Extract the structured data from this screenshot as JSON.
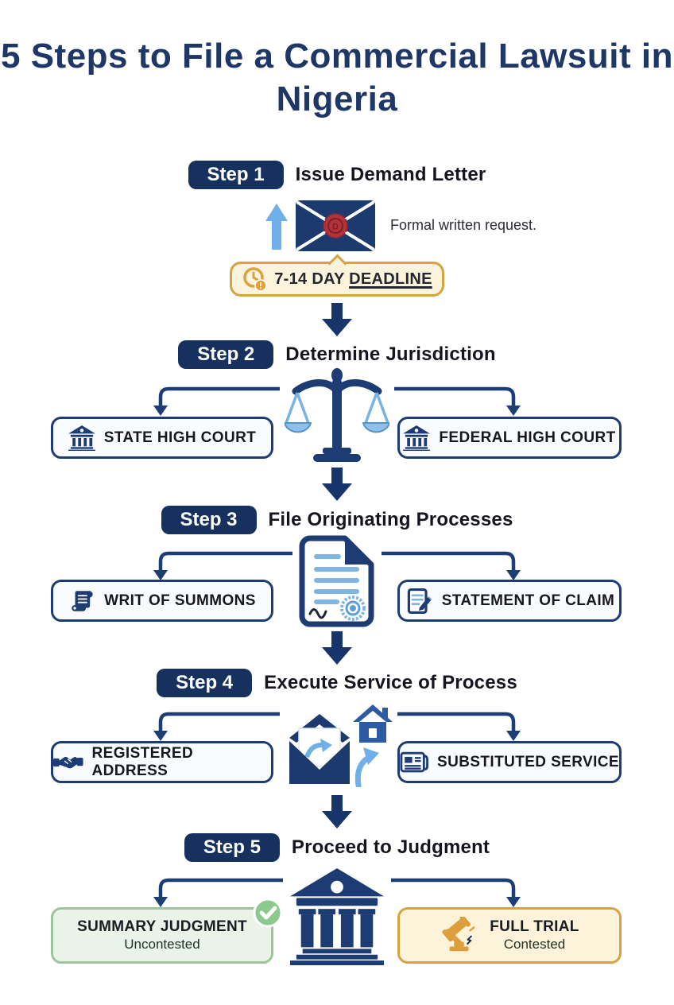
{
  "title": "5 Steps to File a Commercial Lawsuit in Nigeria",
  "colors": {
    "title_navy": "#1e3766",
    "badge_navy": "#16315e",
    "connector_navy": "#1d3e74",
    "arrow_navy": "#17356b",
    "light_blue": "#6fb0e8",
    "house_blue": "#2d5ba3",
    "gold": "#d7a342",
    "cream": "#fcf3dc",
    "seal_red": "#b23439",
    "green_border": "#9bc69a",
    "green_bg": "#e9f3e7",
    "check_green": "#8cc98e"
  },
  "steps": [
    {
      "badge": "Step 1",
      "title": "Issue Demand Letter",
      "note": "Formal written request.",
      "deadline_prefix": "7-14 DAY ",
      "deadline_emphasis": "DEADLINE",
      "seal_letter": "D"
    },
    {
      "badge": "Step 2",
      "title": "Determine Jurisdiction",
      "left_label": "STATE HIGH COURT",
      "right_label": "FEDERAL HIGH COURT"
    },
    {
      "badge": "Step 3",
      "title": "File Originating Processes",
      "left_label": "WRIT OF SUMMONS",
      "right_label": "STATEMENT OF CLAIM"
    },
    {
      "badge": "Step 4",
      "title": "Execute Service of Process",
      "left_label": "REGISTERED ADDRESS",
      "right_label": "SUBSTITUTED SERVICE"
    },
    {
      "badge": "Step 5",
      "title": "Proceed to Judgment",
      "left_title": "SUMMARY JUDGMENT",
      "left_subtitle": "Uncontested",
      "right_title": "FULL TRIAL",
      "right_subtitle": "Contested"
    }
  ]
}
